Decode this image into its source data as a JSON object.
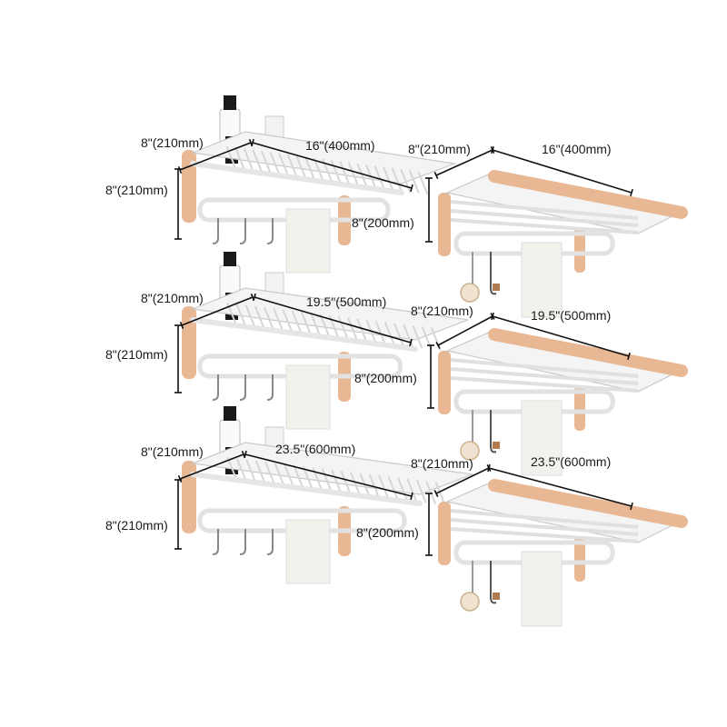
{
  "panels": [
    {
      "id": "a",
      "width_label": "16\"(400mm)",
      "depth_label": "8\"(210mm)",
      "height_label": "8\"(210mm)",
      "drop_label": "8\"(200mm)",
      "style": "white-shelf-basket"
    },
    {
      "id": "b",
      "width_label": "16\"(400mm)",
      "depth_label": "8\"(210mm)",
      "style": "wood-top-shelf"
    },
    {
      "id": "c",
      "width_label": "19.5\"(500mm)",
      "depth_label": "8\"(210mm)",
      "height_label": "8\"(210mm)",
      "drop_label": "8\"(200mm)",
      "style": "white-shelf-basket"
    },
    {
      "id": "d",
      "width_label": "19.5\"(500mm)",
      "depth_label": "8\"(210mm)",
      "style": "wood-top-shelf"
    },
    {
      "id": "e",
      "width_label": "23.5\"(600mm)",
      "depth_label": "8\"(210mm)",
      "height_label": "8\"(210mm)",
      "drop_label": "8\"(200mm)",
      "style": "white-shelf-basket"
    },
    {
      "id": "f",
      "width_label": "23.5\"(600mm)",
      "depth_label": "8\"(210mm)",
      "style": "wood-top-shelf"
    }
  ],
  "colors": {
    "background": "#ffffff",
    "wood": "#e8b894",
    "wood_dark": "#d49a72",
    "metal_white": "#f4f4f4",
    "metal_edge": "#c9c9c9",
    "dimension_line": "#111111"
  }
}
